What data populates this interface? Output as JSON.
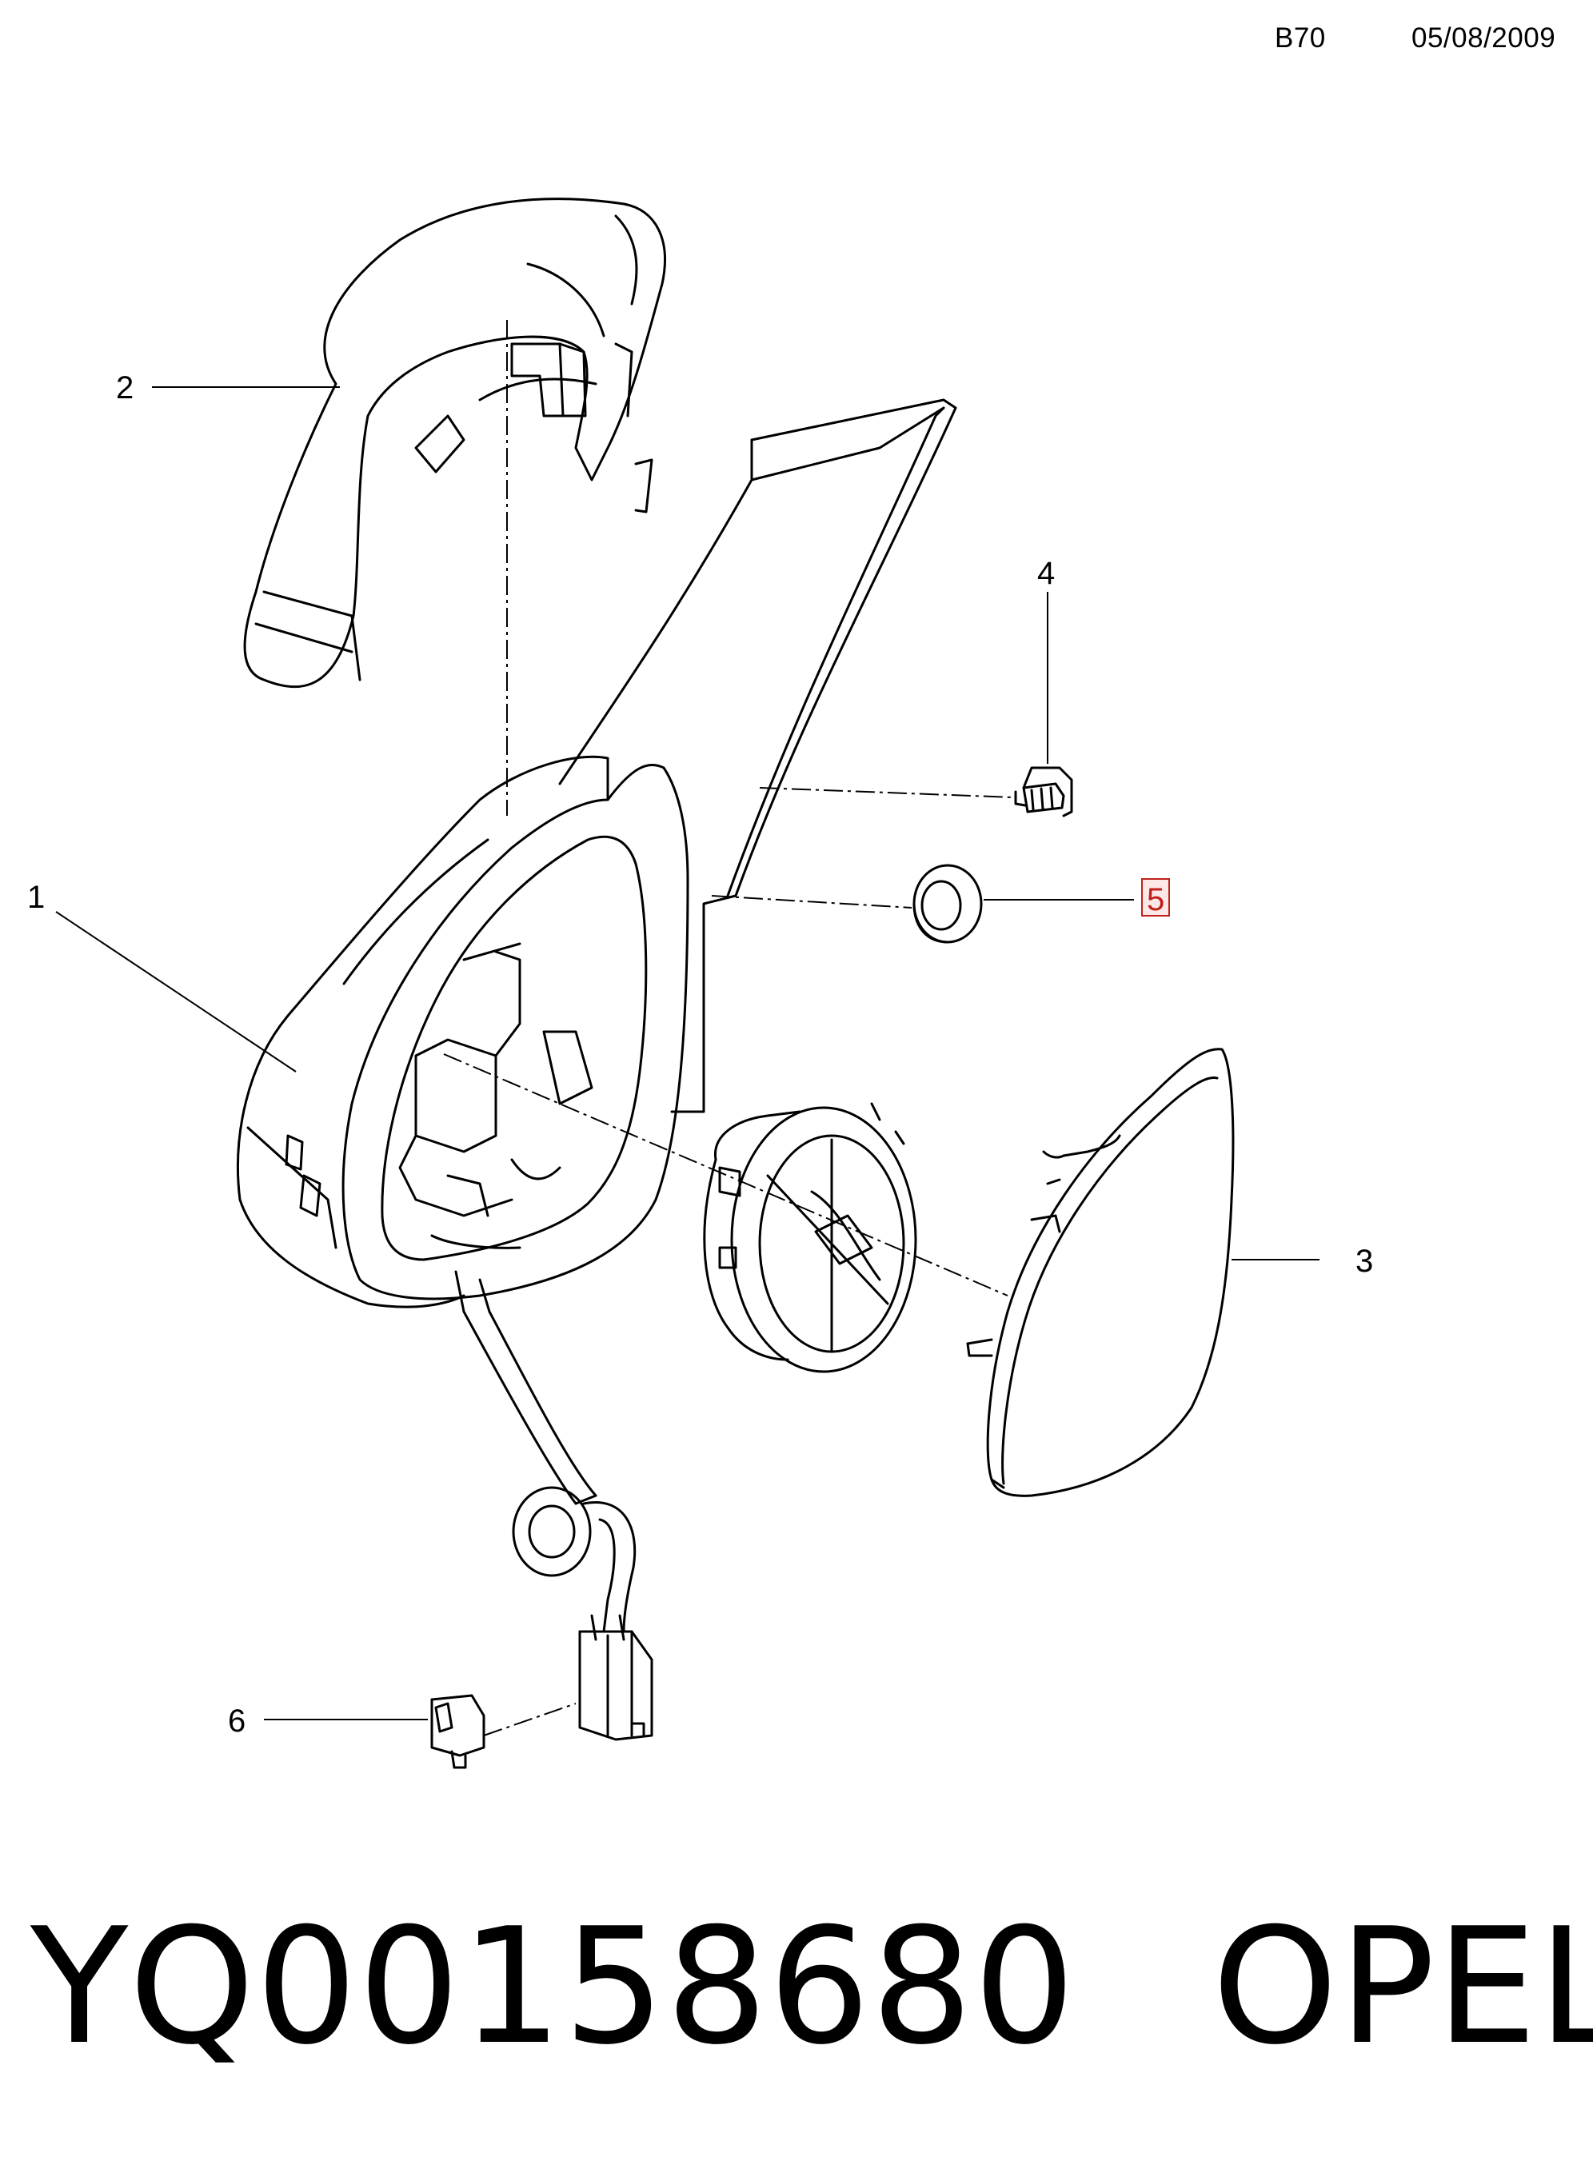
{
  "header": {
    "sheet_code": "B70",
    "date": "05/08/2009"
  },
  "callouts": [
    {
      "id": "1",
      "label": "1",
      "part": "mirror-housing"
    },
    {
      "id": "2",
      "label": "2",
      "part": "mirror-cover-cap"
    },
    {
      "id": "3",
      "label": "3",
      "part": "mirror-glass"
    },
    {
      "id": "4",
      "label": "4",
      "part": "screw"
    },
    {
      "id": "5",
      "label": "5",
      "part": "grommet",
      "highlighted": true
    },
    {
      "id": "6",
      "label": "6",
      "part": "connector"
    }
  ],
  "colors": {
    "line": "#000000",
    "highlight": "#c0201c",
    "highlight_fill": "#fde8e8"
  },
  "footer": {
    "part_number": "YQ00158680",
    "brand": "OPEL"
  }
}
